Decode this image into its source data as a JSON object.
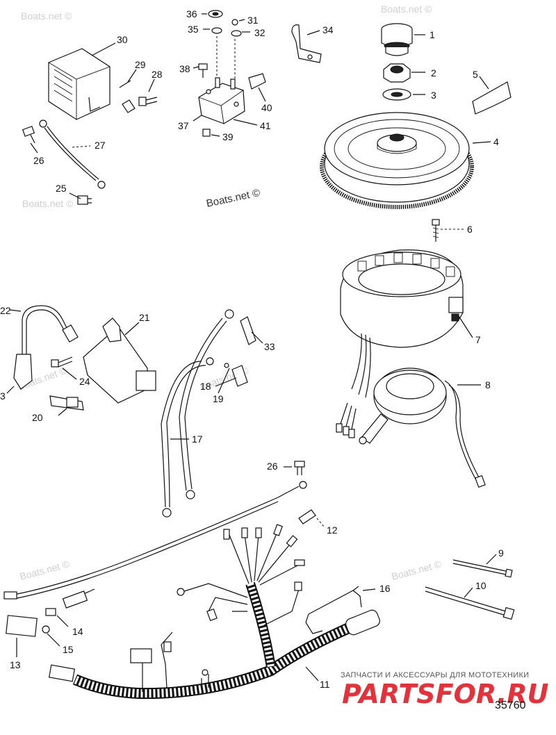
{
  "watermark": "Boats.net ©",
  "figure_number": "35760",
  "banner": {
    "tagline": "ЗАПЧАСТИ И АКСЕССУАРЫ ДЛЯ МОТОТЕХНИКИ",
    "brand": "PARTSFOR.RU"
  },
  "callouts": {
    "c1": "1",
    "c2": "2",
    "c3": "3",
    "c4": "4",
    "c5": "5",
    "c6": "6",
    "c7": "7",
    "c8": "8",
    "c9": "9",
    "c10": "10",
    "c11": "11",
    "c12": "12",
    "c13": "13",
    "c14": "14",
    "c15": "15",
    "c16": "16",
    "c17": "17",
    "c18": "18",
    "c19": "19",
    "c20": "20",
    "c21": "21",
    "c22": "22",
    "c23": "3",
    "c24": "24",
    "c25": "25",
    "c26a": "26",
    "c26b": "26",
    "c27": "27",
    "c28": "28",
    "c29": "29",
    "c30": "30",
    "c31": "31",
    "c32": "32",
    "c33": "33",
    "c34": "34",
    "c35": "35",
    "c36": "36",
    "c37": "37",
    "c38": "38",
    "c39": "39",
    "c40": "40",
    "c41": "41"
  }
}
